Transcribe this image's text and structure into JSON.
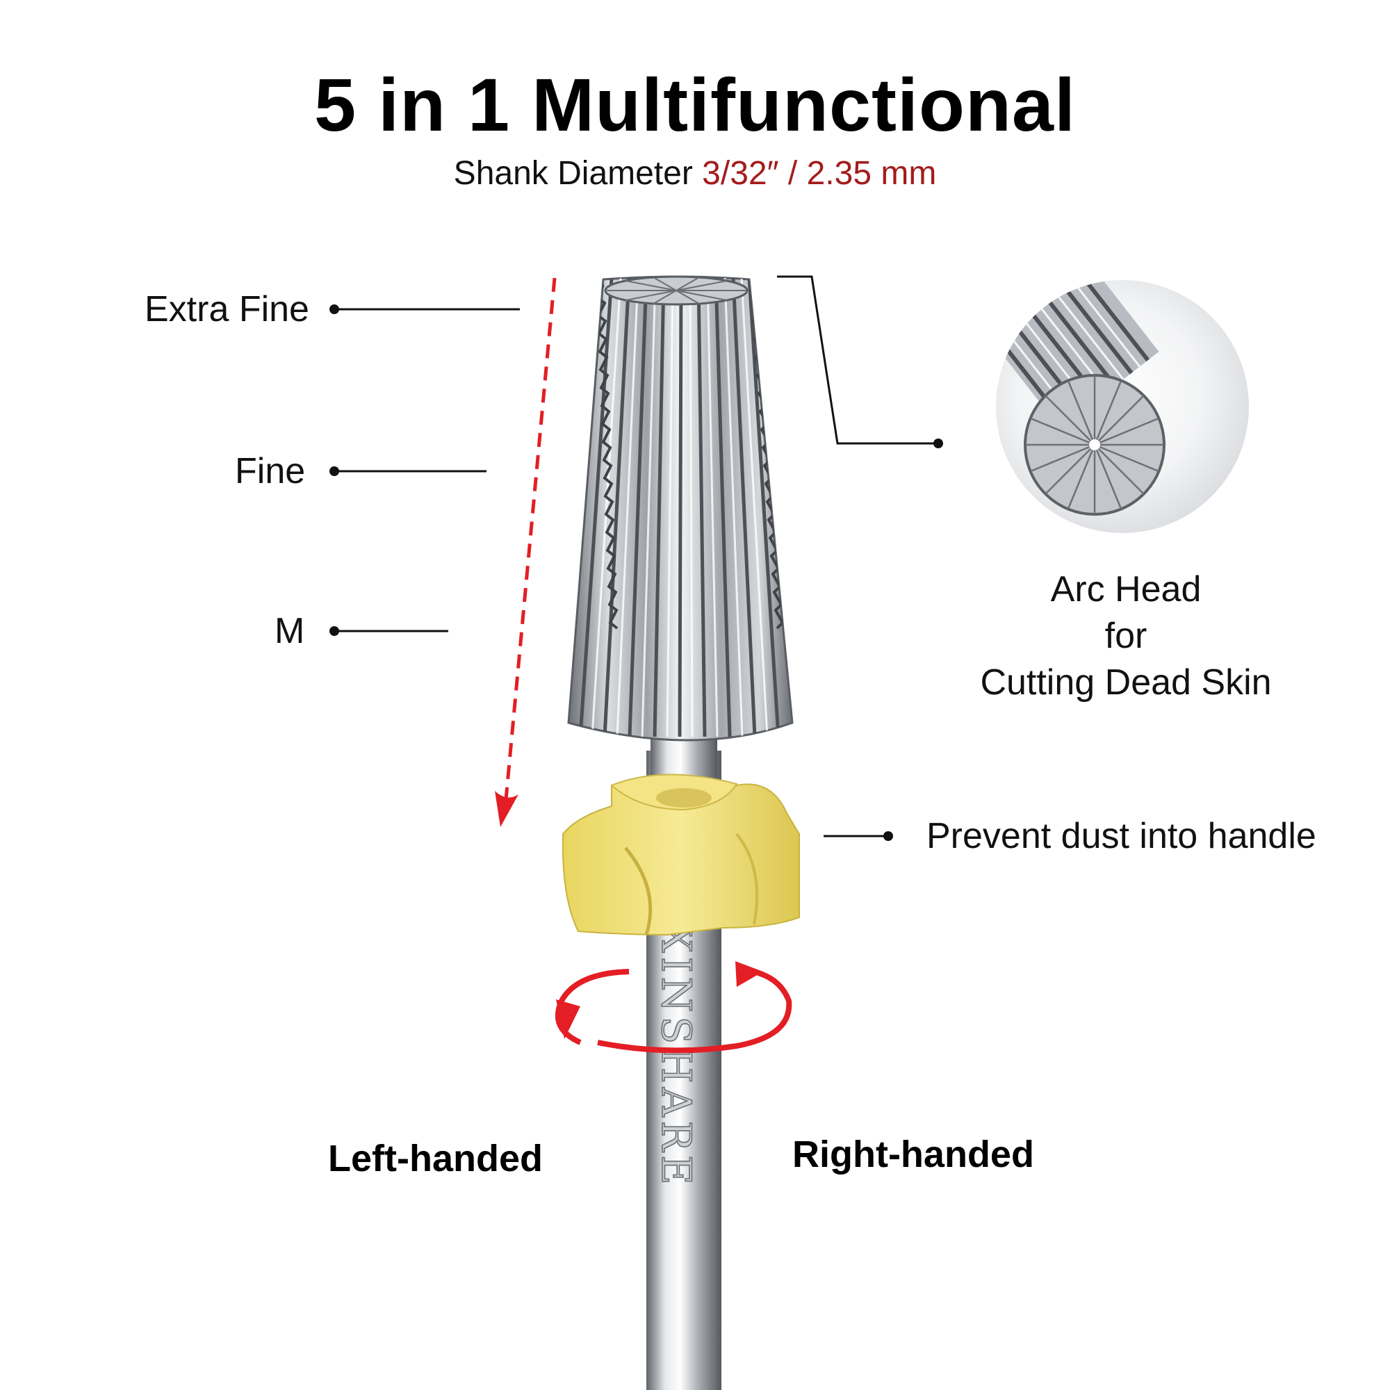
{
  "header": {
    "title": "5 in 1 Multifunctional",
    "subtitle_prefix": "Shank Diameter",
    "subtitle_value": "3/32″ / 2.35 mm"
  },
  "grit_labels": [
    "Extra Fine",
    "Fine",
    "M"
  ],
  "arc_head": {
    "line1": "Arc Head",
    "line2": "for",
    "line3": "Cutting Dead Skin"
  },
  "dust_guard_label": "Prevent dust into handle",
  "rotation": {
    "left_label": "Left-handed",
    "right_label": "Right-handed"
  },
  "brand": "XINSHARE",
  "colors": {
    "accent_red": "#e31e24",
    "subtitle_red": "#a31c1c",
    "cap_yellow": "#f0e07a",
    "metal": "#b8bcc2"
  }
}
